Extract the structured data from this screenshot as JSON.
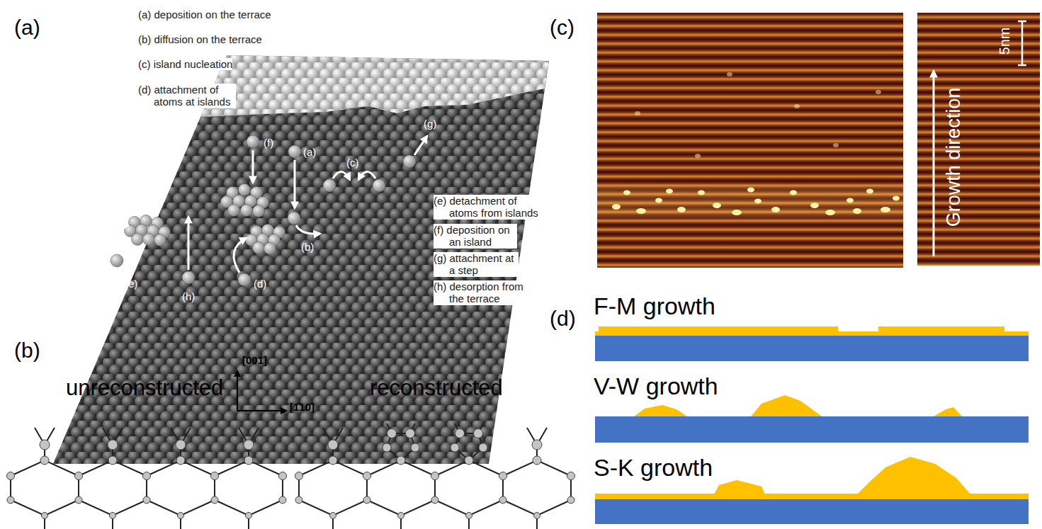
{
  "diagram": {
    "labels": [
      "(a)",
      "(a) deposition on the terrace",
      "(b) diffusion on the terrace",
      "(c) island nucleation",
      "(d) attachment of atoms at islands",
      "(e) detachment of atoms from islands",
      "(f) deposition on an island",
      "(g) attachment at a step",
      "(h) desorption from the terrace",
      "(f)",
      "(a)",
      "(c)",
      "(g)",
      "(b)",
      "(e)",
      "(h)",
      "(d)",
      "(b)",
      "[001]",
      "[1̄10]",
      "unreconstructed",
      "reconstructed",
      "(c)",
      "5nm",
      "Growth direction",
      "(d)",
      "F-M growth",
      "V-W growth",
      "S-K growth"
    ]
  }
}
